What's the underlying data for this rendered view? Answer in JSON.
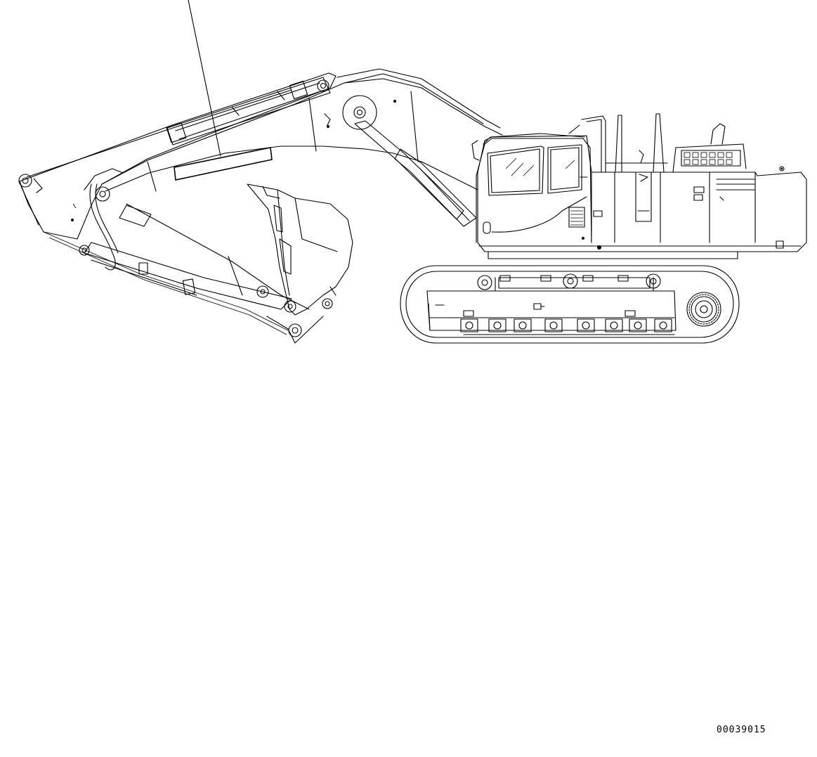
{
  "figure": {
    "subject": "excavator-side-view",
    "line_color": "#000000",
    "background": "#ffffff",
    "callout_target": "boom-plate"
  },
  "part_code": "00039015"
}
